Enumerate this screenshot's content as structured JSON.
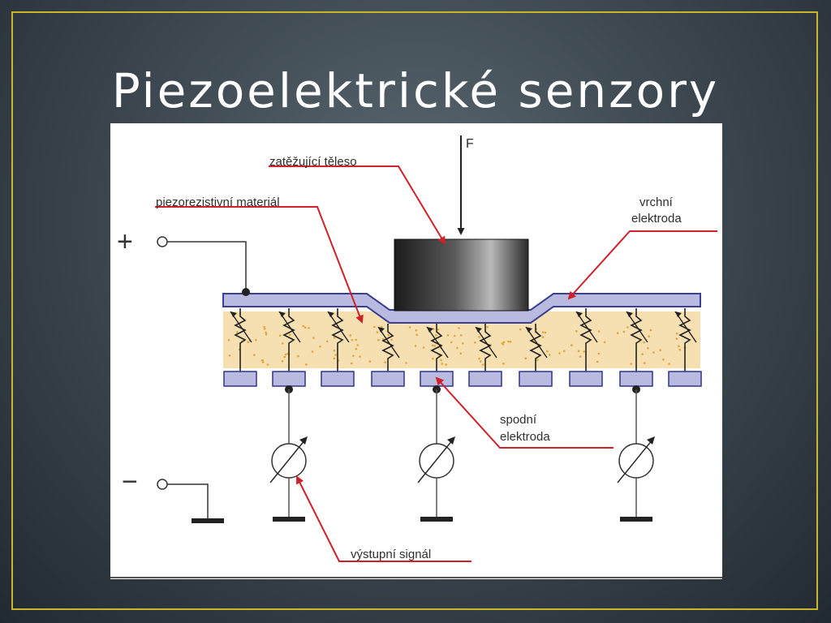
{
  "slide": {
    "title": "Piezoelektrické senzory"
  },
  "diagram": {
    "force_label": "F",
    "plus_label": "+",
    "minus_label": "−",
    "labels": {
      "load_body": "zatěžující těleso",
      "piezo_material": "piezorezistivní materiál",
      "top_electrode_line1": "vrchní",
      "top_electrode_line2": "elektroda",
      "bottom_electrode_line1": "spodní",
      "bottom_electrode_line2": "elektroda",
      "output_signal": "výstupní signál"
    },
    "colors": {
      "frame": "#c9b62a",
      "electrode": "#b8badf",
      "material": "#f6dfb0",
      "arrow": "#d0202a"
    }
  }
}
